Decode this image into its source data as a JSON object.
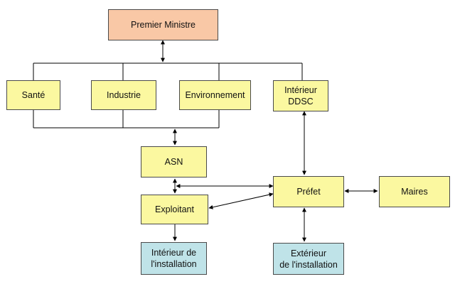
{
  "colors": {
    "pm_fill": "#f9c8a6",
    "node_fill": "#fbf8a0",
    "location_fill": "#bfe3e8",
    "line": "#000000",
    "border": "#4a4a4a"
  },
  "nodes": {
    "premier_ministre": "Premier Ministre",
    "sante": "Santé",
    "industrie": "Industrie",
    "environnement": "Environnement",
    "interieur_ddsc": "Intérieur\nDDSC",
    "asn": "ASN",
    "prefet": "Préfet",
    "maires": "Maires",
    "exploitant": "Exploitant",
    "interieur_installation": "Intérieur de\nl'installation",
    "exterieur_installation": "Extérieur\nde l'installation"
  }
}
